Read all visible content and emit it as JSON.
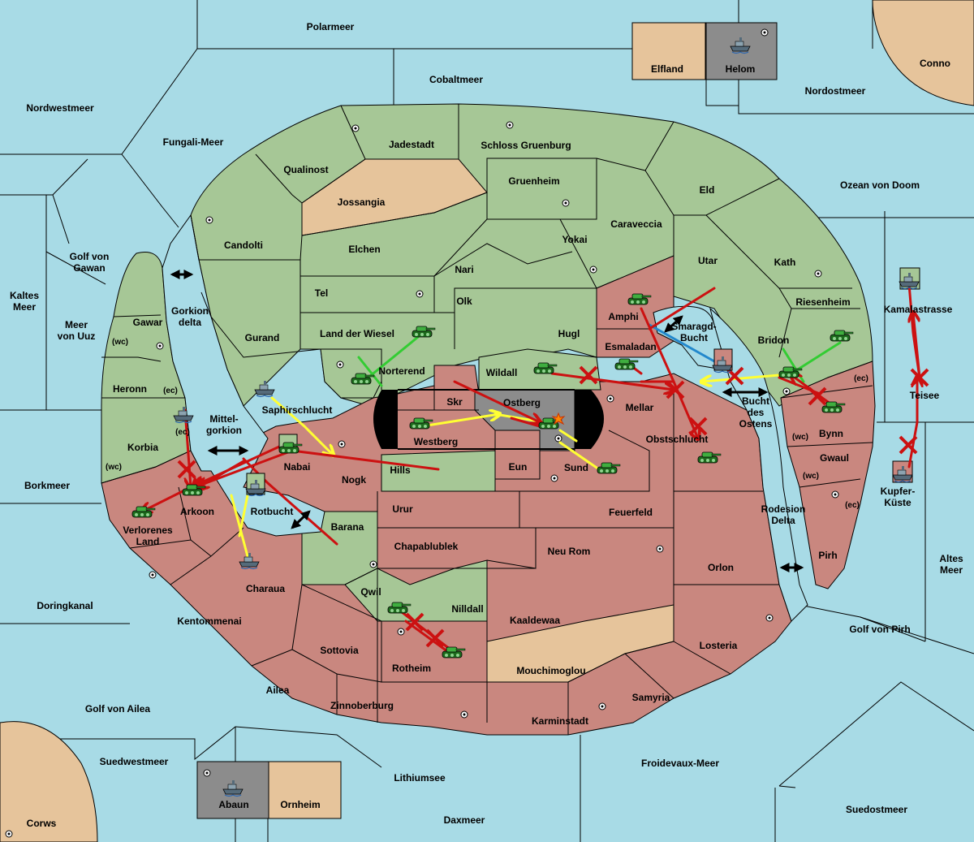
{
  "colors": {
    "sea": "#a8dbe6",
    "green_power": "#a6c796",
    "red_power": "#c9877f",
    "neutral": "#e6c49b",
    "grey_power": "#8c8c8c",
    "attack_red": "#cc1111",
    "support_yellow": "#ffff33",
    "hold_green": "#33cc33",
    "convoy_blue": "#2288cc"
  },
  "seas": {
    "polarmeer": "Polarmeer",
    "cobaltmeer": "Cobaltmeer",
    "nordwestmeer": "Nordwestmeer",
    "fungali": "Fungali-Meer",
    "nordostmeer": "Nordostmeer",
    "ozean": "Ozean von Doom",
    "golf_gawan": "Golf von\nGawan",
    "kaltes": "Kaltes\nMeer",
    "meer_uuz": "Meer\nvon Uuz",
    "gorkion": "Gorkion\ndelta",
    "mittelgorkion": "Mittel-\ngorkion",
    "borkmeer": "Borkmeer",
    "doringkanal": "Doringkanal",
    "golf_ailea": "Golf von Ailea",
    "suedwestmeer": "Suedwestmeer",
    "lithiumsee": "Lithiumsee",
    "daxmeer": "Daxmeer",
    "froidevaux": "Froidevaux-Meer",
    "suedostmeer": "Suedostmeer",
    "golf_pirh": "Golf von Pirh",
    "altes": "Altes\nMeer",
    "kamalastrasse": "Kamalastrasse",
    "teisee": "Teisee",
    "kupferkueste": "Kupfer-\nKüste",
    "smaragdbucht": "Smaragd-\nBucht",
    "bucht_ostens": "Bucht\ndes\nOstens",
    "rotbucht": "Rotbucht",
    "rodesion": "Rodesion\nDelta"
  },
  "territories": {
    "elfland": "Elfland",
    "helom": "Helom",
    "conno": "Conno",
    "jadestadt": "Jadestadt",
    "schloss": "Schloss Gruenburg",
    "qualinost": "Qualinost",
    "jossangia": "Jossangia",
    "gruenheim": "Gruenheim",
    "eld": "Eld",
    "caraveccia": "Caraveccia",
    "candolti": "Candolti",
    "elchen": "Elchen",
    "yokai": "Yokai",
    "utar": "Utar",
    "kath": "Kath",
    "nari": "Nari",
    "tel": "Tel",
    "olk": "Olk",
    "amphi": "Amphi",
    "riesenheim": "Riesenheim",
    "gawar": "Gawar",
    "gurand": "Gurand",
    "land_wiesel": "Land der Wiesel",
    "hugl": "Hugl",
    "esmaladan": "Esmaladan",
    "bridon": "Bridon",
    "norterend": "Norterend",
    "wildall": "Wildall",
    "heronn": "Heronn",
    "saphirschlucht": "Saphirschlucht",
    "skr": "Skr",
    "ostberg": "Ostberg",
    "mellar": "Mellar",
    "bynn": "Bynn",
    "westberg": "Westberg",
    "obstschlucht": "Obstschlucht",
    "korbia": "Korbia",
    "nabai": "Nabai",
    "hills": "Hills",
    "eun": "Eun",
    "sund": "Sund",
    "gwaul": "Gwaul",
    "nogk": "Nogk",
    "arkoon": "Arkoon",
    "urur": "Urur",
    "feuerfeld": "Feuerfeld",
    "verlorenes": "Verlorenes\nLand",
    "barana": "Barana",
    "chapablublek": "Chapablublek",
    "neu_rom": "Neu Rom",
    "orlon": "Orlon",
    "pirh": "Pirh",
    "charaua": "Charaua",
    "qwil": "Qwil",
    "nilldall": "Nilldall",
    "kentommenai": "Kentommenai",
    "kaaldewaa": "Kaaldewaa",
    "losteria": "Losteria",
    "sottovia": "Sottovia",
    "rotheim": "Rotheim",
    "mouchimoglou": "Mouchimoglou",
    "ailea": "Ailea",
    "samyria": "Samyria",
    "zinnoberburg": "Zinnoberburg",
    "karminstadt": "Karminstadt",
    "abaun": "Abaun",
    "ornheim": "Ornheim",
    "corws": "Corws"
  },
  "coast_tags": {
    "wc": "(wc)",
    "ec": "(ec)"
  },
  "icons": [
    "tank-icon",
    "ship-icon",
    "supply-center-icon",
    "explosion-icon",
    "cancel-x-icon",
    "double-arrow-icon"
  ]
}
